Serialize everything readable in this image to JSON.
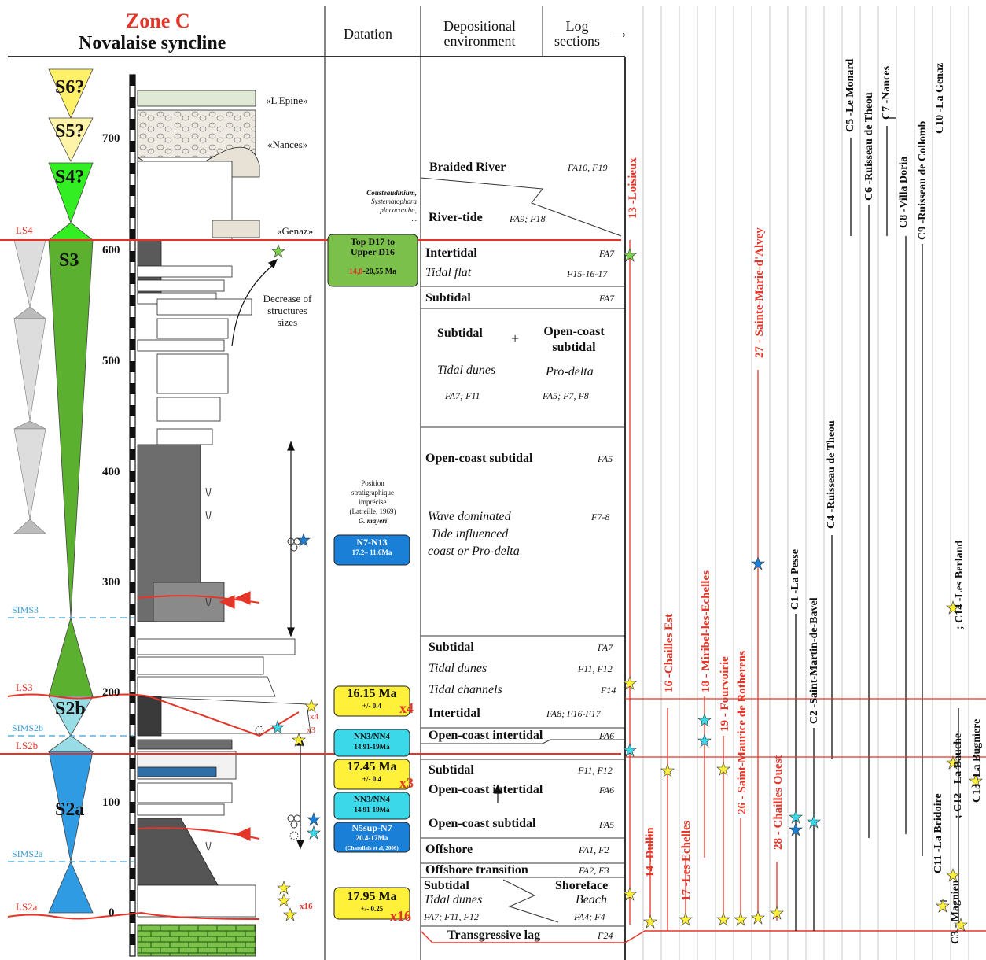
{
  "header": {
    "zone": "Zone C",
    "syncline": "Novalaise syncline",
    "datation": "Datation",
    "depositional_1": "Depositional",
    "depositional_2": "environment",
    "log_1": "Log",
    "log_2": "sections",
    "log_arrow": "→"
  },
  "scale_ticks": [
    "700",
    "600",
    "500",
    "400",
    "300",
    "200",
    "100",
    "0"
  ],
  "sequences": {
    "s6": "S6?",
    "s5": "S5?",
    "s4": "S4?",
    "s3": "S3",
    "s2b": "S2b",
    "s2a": "S2a"
  },
  "surfaces": {
    "ls4": "LS4",
    "ls3": "LS3",
    "ls2b": "LS2b",
    "ls2a": "LS2a",
    "sims3": "SIMS3",
    "sims2b": "SIMS2b",
    "sims2a": "SIMS2a"
  },
  "log_annotations": {
    "epine": "«L'Epine»",
    "nances": "«Nances»",
    "genaz": "«Genaz»",
    "decrease_1": "Decrease of",
    "decrease_2": "structures",
    "decrease_3": "sizes",
    "x4": "x4",
    "x3": "x3",
    "x16": "x16"
  },
  "datation": {
    "fossils_1": "Cousteaudinium,",
    "fossils_2": "Systematophora",
    "fossils_3": "placacantha,",
    "fossils_4": "...",
    "top_d17_1": "Top D17 to",
    "top_d17_2": "Upper D16",
    "top_d17_age_red": "14,8",
    "top_d17_age": "-20,55 Ma",
    "position_1": "Position",
    "position_2": "stratigraphique",
    "position_3": "imprécise",
    "position_4": "(Latreille, 1969)",
    "position_5": "G. mayeri",
    "n7_1": "N7-N13",
    "n7_2": "17.2– 11.6Ma",
    "age_1615": "16.15 Ma",
    "age_1615_err": "+/- 0.4",
    "x4_red": "x4",
    "nn3a_1": "NN3/NN4",
    "nn3a_2": "14.91-19Ma",
    "age_1745": "17.45 Ma",
    "age_1745_err": "+/- 0.4",
    "x3_red": "x3",
    "nn3b_1": "NN3/NN4",
    "nn3b_2": "14.91-19Ma",
    "n5_1": "N5sup-N7",
    "n5_2": "20.4-17Ma",
    "n5_3": "(Charollais et al, 2006)",
    "age_1795": "17.95 Ma",
    "age_1795_err": "+/- 0.25",
    "x16_red": "x16"
  },
  "environments": {
    "braided": "Braided  River",
    "braided_code": "FA10, F19",
    "river_tide": "River-tide",
    "river_tide_code": "FA9; F18",
    "intertidal": "Intertidal",
    "intertidal_code": "FA7",
    "tidal_flat": "Tidal flat",
    "tidal_flat_code": "F15-16-17",
    "subtidal_top": "Subtidal",
    "subtidal_top_code": "FA7",
    "subtidal_mid": "Subtidal",
    "plus": "+",
    "open_coast_1": "Open-coast",
    "open_coast_2": "subtidal",
    "tidal_dunes": "Tidal dunes",
    "pro_delta": "Pro-delta",
    "code_fa7_f11": "FA7; F11",
    "code_fa5": "FA5; F7, F8",
    "ocs": "Open-coast subtidal",
    "ocs_code": "FA5",
    "wave_1": "Wave dominated",
    "wave_2": "Tide influenced",
    "wave_3": "coast or Pro-delta",
    "wave_code": "F7-8",
    "subtidal_low": "Subtidal",
    "subtidal_low_code": "FA7",
    "tidal_dunes_2": "Tidal dunes",
    "tidal_dunes_2_code": "F11, F12",
    "tidal_channels": "Tidal channels",
    "tidal_channels_code": "F14",
    "intertidal_2": "Intertidal",
    "intertidal_2_code": "FA8; F16-F17",
    "oci": "Open-coast intertidal",
    "oci_code": "FA6",
    "subtidal_3": "Subtidal",
    "subtidal_3_code": "F11, F12",
    "oci_2": "Open-coast intertidal",
    "oci_2_code": "FA6",
    "ocs_2": "Open-coast subtidal",
    "ocs_2_code": "FA5",
    "offshore": "Offshore",
    "offshore_code": "FA1, F2",
    "offshore_trans": "Offshore transition",
    "offshore_trans_code": "FA2, F3",
    "subtidal_4": "Subtidal",
    "shoreface": "Shoreface",
    "tidal_dunes_3": "Tidal dunes",
    "beach": "Beach",
    "code_fa7_f12": "FA7; F11, F12",
    "code_fa4": "FA4; F4",
    "transgressive": "Transgressive lag",
    "transgressive_code": "F24"
  },
  "log_sections": {
    "s13": "13  -Loisieux",
    "s27": "27   - Sainte-Marie-d'Alvey",
    "s16": "16   -Chailles Est",
    "s18": "18   - Miribel-les-Echelles",
    "s19": "19   - Fourvoirie",
    "s26": "26   - Saint-Maurice de Rotherens",
    "s28": "28   - Chailles Ouest",
    "s14": "14   -Dullin",
    "s17": "17   -Les Echelles",
    "c1": "C1  -La Pesse",
    "c2": "C2  -Saint-Martin-de-Bavel",
    "c4": "C4  -Ruisseau de Theou",
    "c5": "C5  -Le Monard",
    "c6": "C6  -Ruisseau de Theou",
    "c7": "C7  -Nances",
    "c8": "C8  -Villa Doria",
    "c9": "C9  -Ruisseau de Collomb",
    "c10": "C10  -La Genaz",
    "c11": "C11  -La  Bridoire",
    "c3": "C3  - Magnieu",
    "c12": "; C12  - La Bauche",
    "c14": "; C14  -Les Berland",
    "c13": "C13  -La  Bugniere"
  },
  "colors": {
    "red": "#e53528",
    "s3_green": "#5cb030",
    "s4_green": "#33ee22",
    "s5_yellow": "#fff4a8",
    "s6_yellow": "#fff06a",
    "s2b_cyan": "#98dde5",
    "s2a_blue": "#2f9be3",
    "box_yellow": "#fff03a",
    "box_cyan": "#3ad8e8",
    "box_blue": "#1a7fd6",
    "box_green": "#7ac04a"
  }
}
